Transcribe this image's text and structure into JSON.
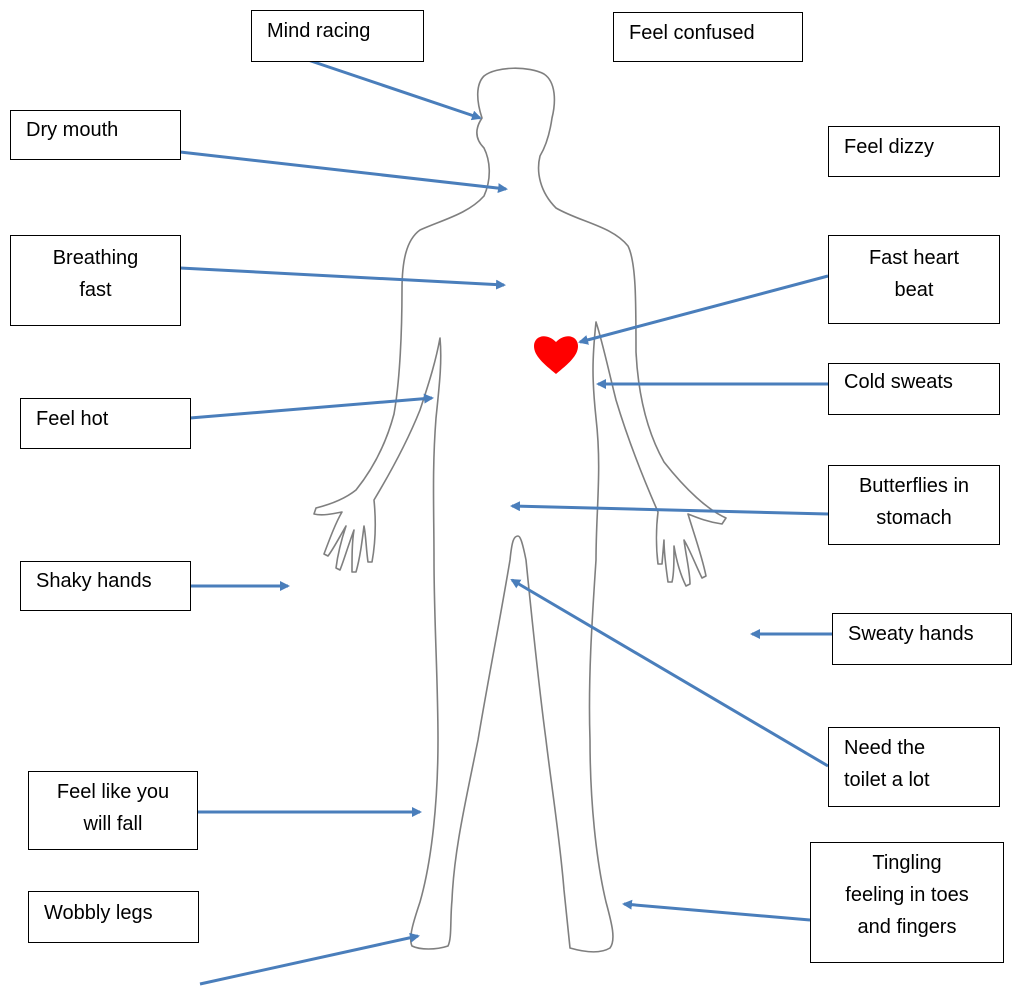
{
  "labels": {
    "mind_racing": "Mind racing",
    "feel_confused": "Feel confused",
    "dry_mouth": "Dry mouth",
    "feel_dizzy": "Feel dizzy",
    "breathing_fast": [
      "Breathing",
      "fast"
    ],
    "fast_heart_beat": [
      "Fast heart",
      "beat"
    ],
    "feel_hot": "Feel hot",
    "cold_sweats": "Cold sweats",
    "butterflies": [
      "Butterflies in",
      "stomach"
    ],
    "shaky_hands": "Shaky hands",
    "sweaty_hands": "Sweaty hands",
    "need_toilet": [
      "Need the",
      "toilet a lot"
    ],
    "feel_fall": [
      "Feel like you",
      "will fall"
    ],
    "tingling": [
      "Tingling",
      "feeling in toes",
      "and fingers"
    ],
    "wobbly_legs": "Wobbly legs"
  },
  "colors": {
    "arrow": "#4a7ebb",
    "heart": "#ff0000",
    "outline": "#7f7f7f"
  }
}
